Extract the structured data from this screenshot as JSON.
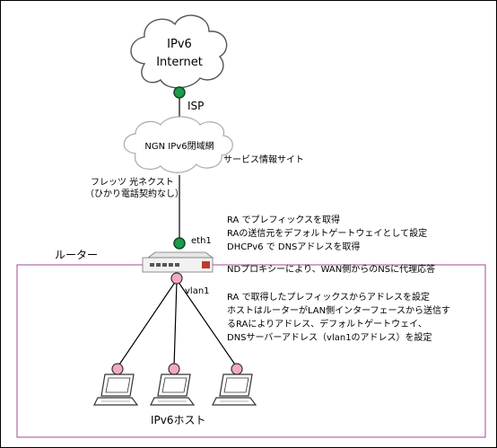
{
  "cloud_internet": {
    "line1": "IPv6",
    "line2": "Internet"
  },
  "isp_label": "ISP",
  "cloud_ngn": {
    "label": "NGN IPv6閉域網"
  },
  "service_site_label": "サービス情報サイト",
  "flets_label": {
    "line1": "フレッツ 光ネクスト",
    "line2": "（ひかり電話契約なし）"
  },
  "eth1_label": "eth1",
  "router_label": "ルーター",
  "vlan1_label": "vlan1",
  "wan_notes": [
    "RA でプレフィックスを取得",
    "RAの送信元をデフォルトゲートウェイとして設定",
    "DHCPv6 で DNSアドレスを取得"
  ],
  "ndproxy_note": "NDプロキシーにより、WAN側からのNSに代理応答",
  "lan_notes": [
    "RA で取得したプレフィックスからアドレスを設定",
    "ホストはルーターがLAN側インターフェースから送信す",
    "るRAによりアドレス、デフォルトゲートウェイ、",
    "DNSサーバーアドレス（vlan1のアドレス）を設定"
  ],
  "hosts_label": "IPv6ホスト",
  "colors": {
    "wan_node": "#1f9a4a",
    "lan_node": "#f4a8c8",
    "lan_box": "#a04a9a",
    "router_port": "#c0392b"
  }
}
